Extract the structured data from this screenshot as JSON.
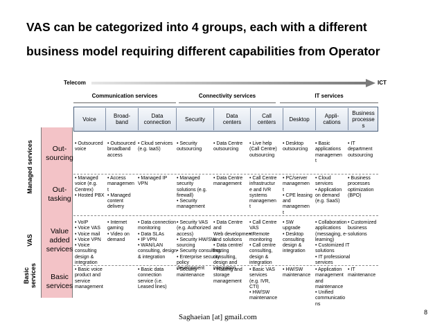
{
  "title": {
    "line1": "VAS can be categorized into 4 groups, each with a different",
    "line2": "business model requiring different capabilities from Operator"
  },
  "axis": {
    "left": "Telecom",
    "right": "ICT"
  },
  "groups": [
    "Communication services",
    "Connectivity services",
    "IT services"
  ],
  "categories": [
    "Voice",
    "Broad-\nband",
    "Data\nconnection",
    "Security",
    "Data\ncenters",
    "Call\ncenters",
    "Desktop",
    "Appli-\ncations",
    "Business\nprocesse\ns"
  ],
  "side_labels": {
    "managed": "Managed services",
    "vas": "VAS",
    "basic": "Basic\nservices"
  },
  "rows": [
    {
      "label": "Out-\nsourcing",
      "cells": [
        "• Outsourced\n  voice",
        "• Outsourced\n  broadband\n  access",
        "• Cloud services\n  (e.g. IaaS)",
        "• Security\n  outsourcing",
        "• Data Centre\n  outsourcing",
        "• Live help\n  (Call Centre)\n  outsourcing",
        "• Desktop\n  outsourcing",
        "• Basic\n  applications\n  managemen\n  t",
        "• IT\n  department\n  outsourcing"
      ]
    },
    {
      "label": "Out-\ntasking",
      "cells": [
        "• Managed\n  voice (e.g.\n  Centrex)\n• Hosted PBX",
        "• Access\n  managemen\n  t\n• Managed\n  content\n  delivery",
        "• Managed IP\n  VPN",
        "• Managed\n  security\n  solutions (e.g.\n  firewall)\n• Security\n  management",
        "• Data Centre\n  management",
        "• Call Centre\n  infrastructur\n  e and IVR\n  systems\n  managemen\n  t",
        "• PC/server\n  managemen\n  t\n• CPE leasing\n  and\n  managemen\n  t",
        "• Cloud\n  services\n• Application\n  on demand\n  (e.g. SaaS)",
        "• Business\n  processes\n  optimization\n  (BPO)"
      ]
    },
    {
      "label": "Value\nadded\nservices",
      "cells": [
        "• VoIP\n• Voice VAS\n• Voice mail\n• Voice VPN\n• Voice\n  consulting\n  design &\n  integration",
        "• Internet\n  gaming\n• Video on\n  demand",
        "• Data connection\n  monitoring\n• Data SLAs\n• IP VPN\n• WAN/LAN\n  consulting, design\n  & integration",
        "• Security VAS\n  (e.g. Authorized\n  access)\n• Security HW/SW\n  sourcing\n• Security consulting\n• Enterprise security\n  policy\n  development",
        "• Data Centre\n  and\n  Web development\n  and solutions\n• Data centre/\n  hosting\n  consulting,\n  design and\n  integration",
        "• Call Centre\n  VAS\n• Remote\n  monitoring\n• Call centre\n  consulting,\n  design &\n  integration",
        "• SW\n  upgrade\n• Desktop\n  consulting\n  design &\n  integration",
        "• Collaboration\n  applications\n  (messaging, e-\n  learning)\n• Customized IT\n  solutions\n• IT professional\n  services",
        "• Customized\n  business\n  solutions"
      ]
    },
    {
      "label": "Basic\nservices",
      "cells": [
        "• Basic voice\n  product and\n  service\n  management",
        "",
        "• Basic data\n  connection\n  service (i.e.\n  Leased lines)",
        "• Security\n  maintenance",
        "• Hosting and\n  storage\n  management",
        "• Basic VAS\n  services\n  (e.g. IVR,\n  CTI)\n• HW/SW\n  maintenance",
        "• HW/SW\n  maintenance",
        "• Application\n  management\n  and\n  maintenance\n• Unified\n  communicatio\n  ns",
        "• IT\n  maintenance"
      ]
    }
  ],
  "footer": "Saghaeian [at] gmail.com",
  "page_number": "8",
  "colors": {
    "row_label_fill": "#f3c3c7",
    "header_fill": "#dde4ee",
    "accent_border": "#4a5f7a"
  }
}
